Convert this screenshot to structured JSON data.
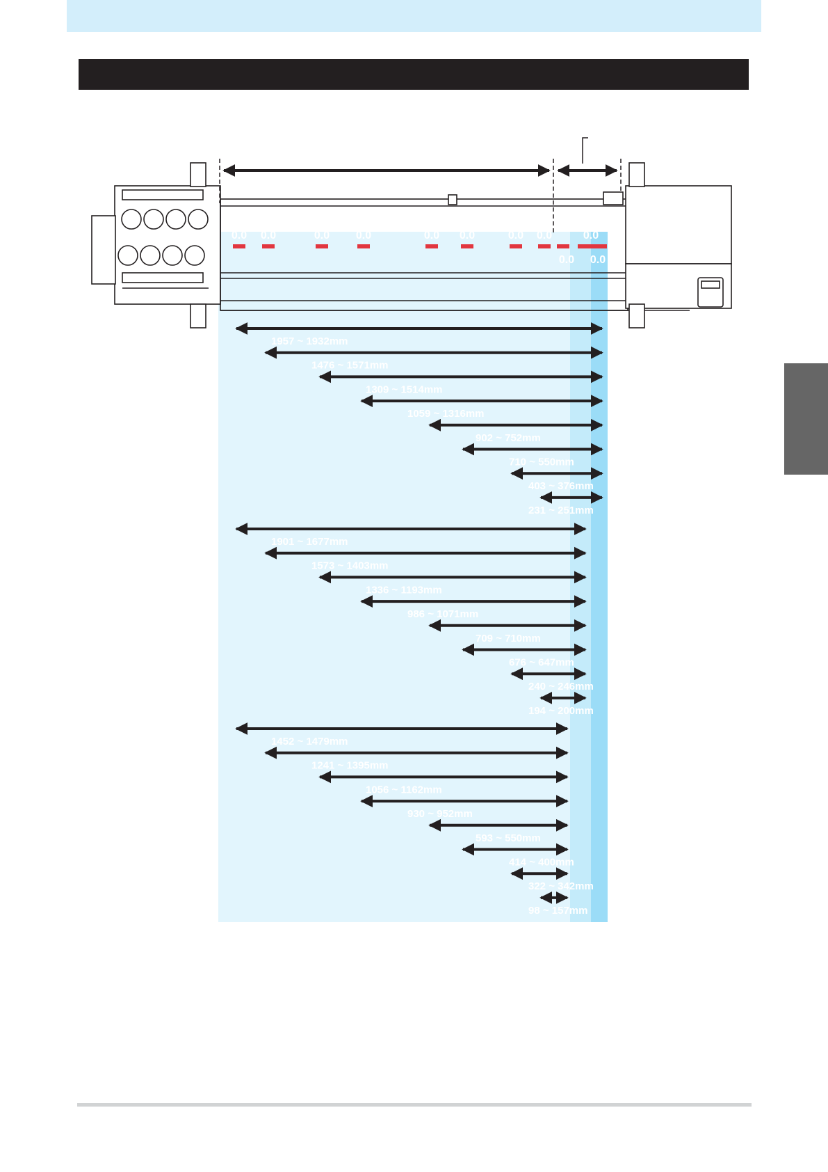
{
  "header": {
    "section_title": ""
  },
  "diagram": {
    "markers": {
      "top_row": [
        "0.0",
        "0.0",
        "0.0",
        "0.0",
        "0.0",
        "0.0",
        "0.0",
        "0.0",
        "0.0"
      ],
      "bottom_row": [
        "0.0",
        "0.0"
      ]
    },
    "groups": [
      {
        "arrow_end": "outer",
        "ranges": [
          "1957 ~ 1932mm",
          "1476 ~ 1571mm",
          "1309 ~ 1514mm",
          "1059 ~ 1316mm",
          "902 ~ 752mm",
          "710 ~ 550mm",
          "403 ~ 376mm",
          "231 ~ 251mm"
        ]
      },
      {
        "arrow_end": "middle",
        "ranges": [
          "1901 ~ 1677mm",
          "1573 ~ 1403mm",
          "1336 ~ 1193mm",
          "986 ~ 1071mm",
          "709 ~ 710mm",
          "676 ~ 647mm",
          "240 ~ 246mm",
          "194 ~ 200mm"
        ]
      },
      {
        "arrow_end": "inner",
        "ranges": [
          "1452 ~ 1479mm",
          "1241 ~ 1395mm",
          "1056 ~ 1162mm",
          "930 ~ 952mm",
          "593 ~ 550mm",
          "414 ~ 400mm",
          "322 ~ 342mm",
          "98 ~ 157mm"
        ]
      }
    ]
  },
  "colors": {
    "header_band": "#d3eefb",
    "title_bar": "#231f20",
    "print_area_light": "#e2f5fd",
    "print_area_mid": "#c4ebfa",
    "print_area_dark": "#9bdcf7",
    "marker_red": "#e2363f",
    "side_tab": "#666666",
    "footer_rule": "#d1d3d4"
  }
}
